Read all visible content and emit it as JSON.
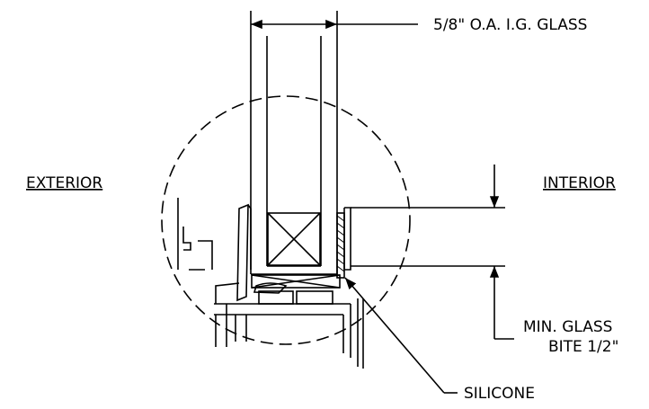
{
  "labels": {
    "glass": "5/8\" O.A. I.G. GLASS",
    "exterior": "EXTERIOR",
    "interior": "INTERIOR",
    "bite_line1": "MIN. GLASS",
    "bite_line2": "BITE 1/2\"",
    "silicone": "SILICONE"
  }
}
